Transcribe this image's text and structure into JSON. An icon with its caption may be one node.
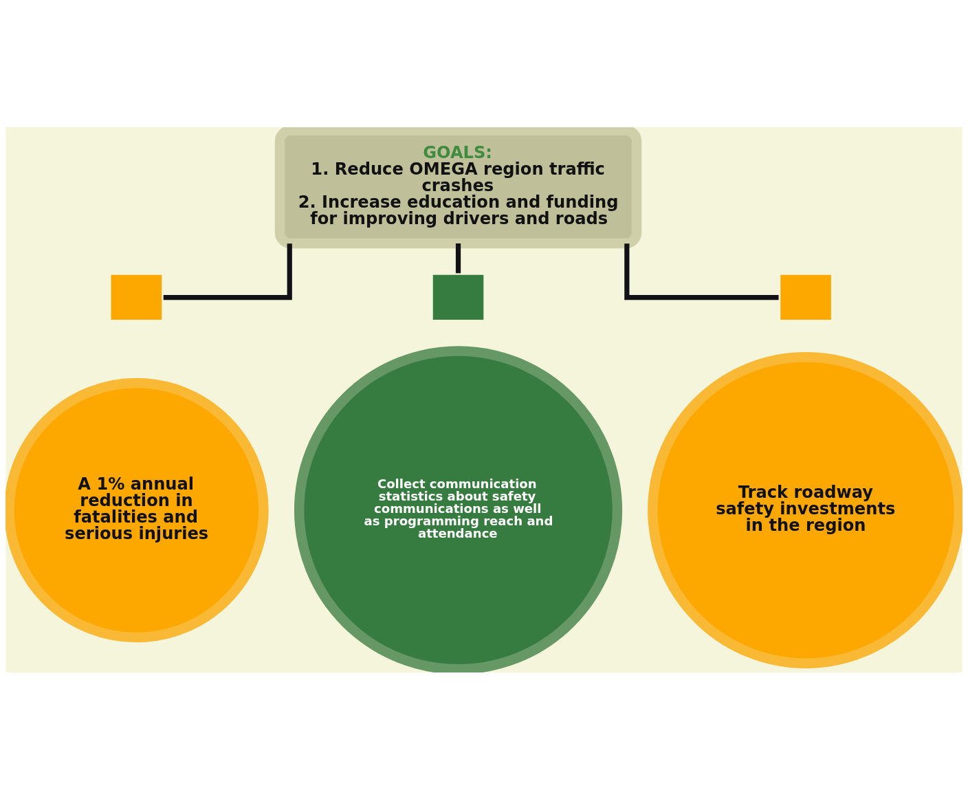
{
  "diagram": {
    "nodes": [
      {
        "text": [
          "GOALS:",
          "1. Reduce OMEGA region traffic crashes",
          "2. Increase education and funding for improving drivers and roads"
        ]
      },
      {
        "text": [],
        "shape": "box"
      },
      {
        "text": [],
        "shape": "box"
      },
      {
        "text": [],
        "shape": "box"
      },
      {
        "text": [
          "A 1% annual reduction in fatalities and serious injuries"
        ]
      },
      {
        "text": [
          "Collect communication statistics about safety communications as well as programming reach and attendance"
        ]
      },
      {
        "text": [
          "Track roadway safety investments in the region"
        ]
      }
    ],
    "edges": [
      {
        "from": 0,
        "to": 1,
        "arrow": "none"
      },
      {
        "from": 0,
        "to": 2,
        "arrow": "none"
      },
      {
        "from": 0,
        "to": 3,
        "arrow": "none"
      }
    ]
  }
}
